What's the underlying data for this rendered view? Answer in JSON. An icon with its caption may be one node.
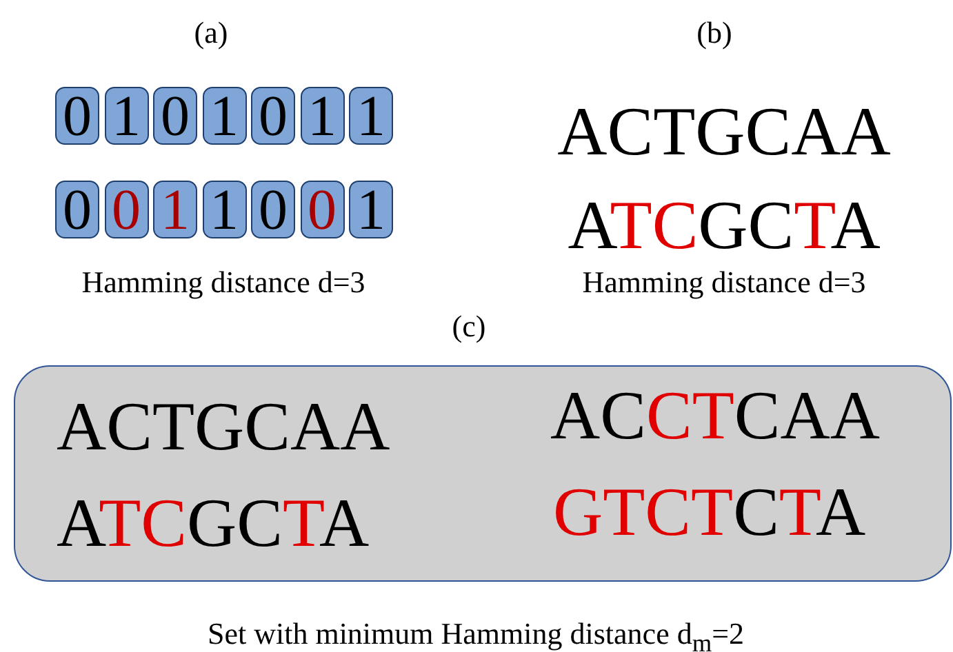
{
  "diagram": {
    "nodes": [
      {
        "text": [
          "0"
        ]
      },
      {
        "text": [
          "1"
        ]
      },
      {
        "text": [
          "0"
        ]
      },
      {
        "text": [
          "1"
        ]
      },
      {
        "text": [
          "0"
        ]
      },
      {
        "text": [
          "1"
        ]
      },
      {
        "text": [
          "1"
        ]
      },
      {
        "text": [
          "0"
        ]
      },
      {
        "text": [
          "0"
        ]
      },
      {
        "text": [
          "1"
        ]
      },
      {
        "text": [
          "1"
        ]
      },
      {
        "text": [
          "0"
        ]
      },
      {
        "text": [
          "0"
        ]
      },
      {
        "text": [
          "1"
        ]
      },
      {
        "text": [
          "ACTGCAA",
          "ACCTCAA",
          "ATCGCTA",
          "GTCTCTA"
        ]
      }
    ],
    "labels": [
      "(a)",
      "(b)",
      "ACTGCAA",
      "ATCGCTA",
      "Hamming distance d=3",
      "Hamming distance d=3",
      "(c)",
      "Set with minimum Hamming distance d$_{m}$=2"
    ]
  }
}
